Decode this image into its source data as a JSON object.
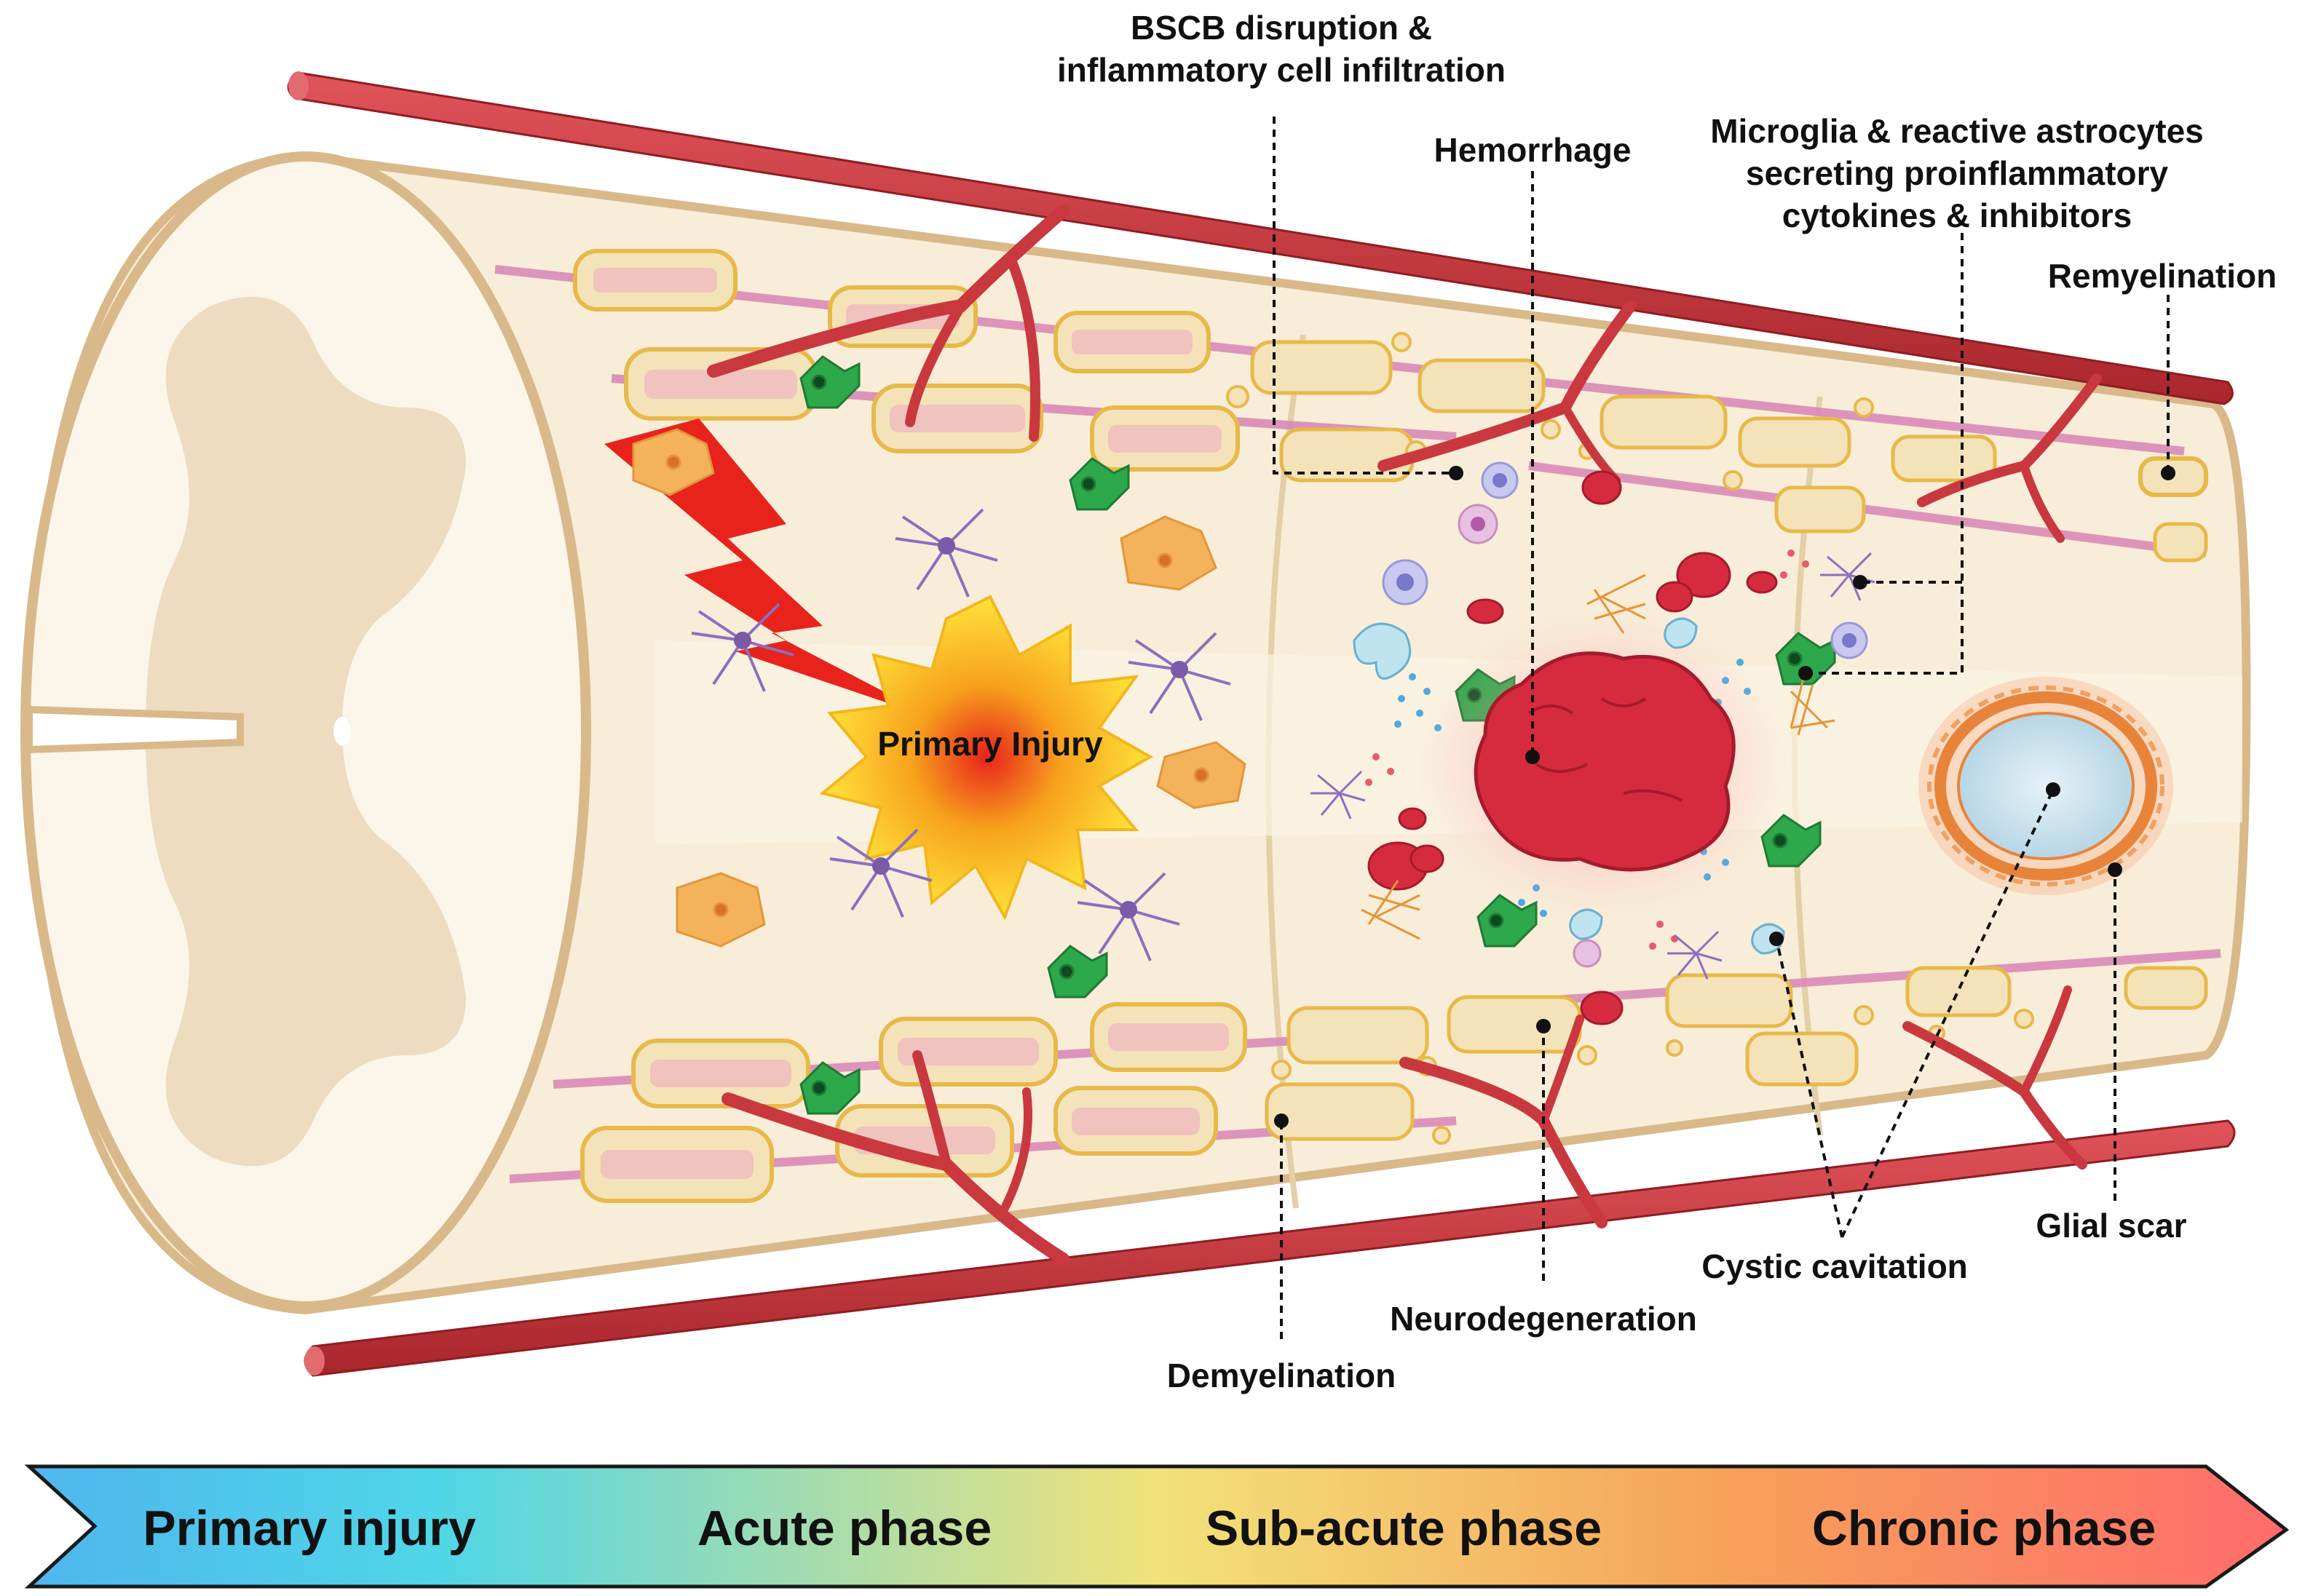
{
  "labels": {
    "bscb": [
      "BSCB disruption &",
      "inflammatory cell infiltration"
    ],
    "hemorrhage": "Hemorrhage",
    "microglia": [
      "Microglia & reactive astrocytes",
      "secreting proinflammatory",
      "cytokines &  inhibitors"
    ],
    "remyelination": "Remyelination",
    "primary_injury": "Primary Injury",
    "glial_scar": "Glial scar",
    "cystic_cavitation": "Cystic cavitation",
    "neurodegeneration": "Neurodegeneration",
    "demyelination": "Demyelination"
  },
  "timeline": {
    "phases": [
      "Primary injury",
      "Acute phase",
      "Sub-acute phase",
      "Chronic phase"
    ],
    "gradient_colors": [
      "#4fb6ee",
      "#4fd6e8",
      "#f2e27a",
      "#f7a25a",
      "#ff6b6b"
    ]
  },
  "colors": {
    "vessel": "#c9383e",
    "cord_fill": "#f8edd8",
    "cord_outline": "#d9b98a",
    "gray_matter": "#eddcc0",
    "hemorrhage": "#d62b3f",
    "glial_scar": "#e8843a",
    "microglia": "#2da84a",
    "astrocyte": "#7b5aa8"
  }
}
